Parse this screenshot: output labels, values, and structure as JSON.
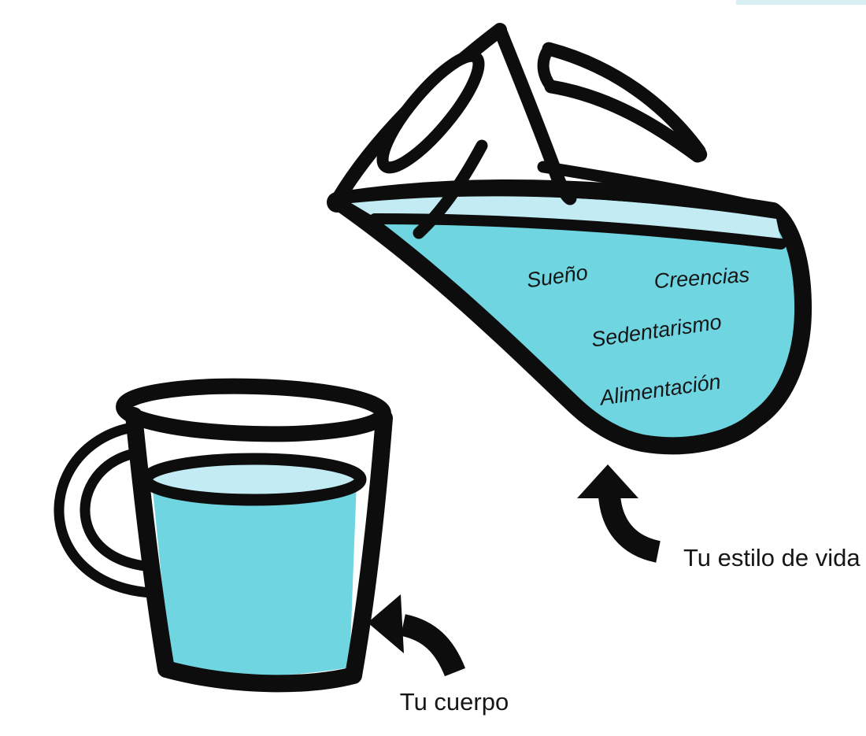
{
  "illustration": {
    "pitcher": {
      "labels": [
        "Sueño",
        "Creencias",
        "Sedentarismo",
        "Alimentación"
      ],
      "caption": "Tu estilo de vida"
    },
    "mug": {
      "caption": "Tu cuerpo"
    }
  },
  "colors": {
    "water": "#6FD5E1",
    "water_surface": "#C2EBF3",
    "outline": "#0D0D0D",
    "text": "#161616",
    "accent_bar": "#D7EFF3"
  }
}
